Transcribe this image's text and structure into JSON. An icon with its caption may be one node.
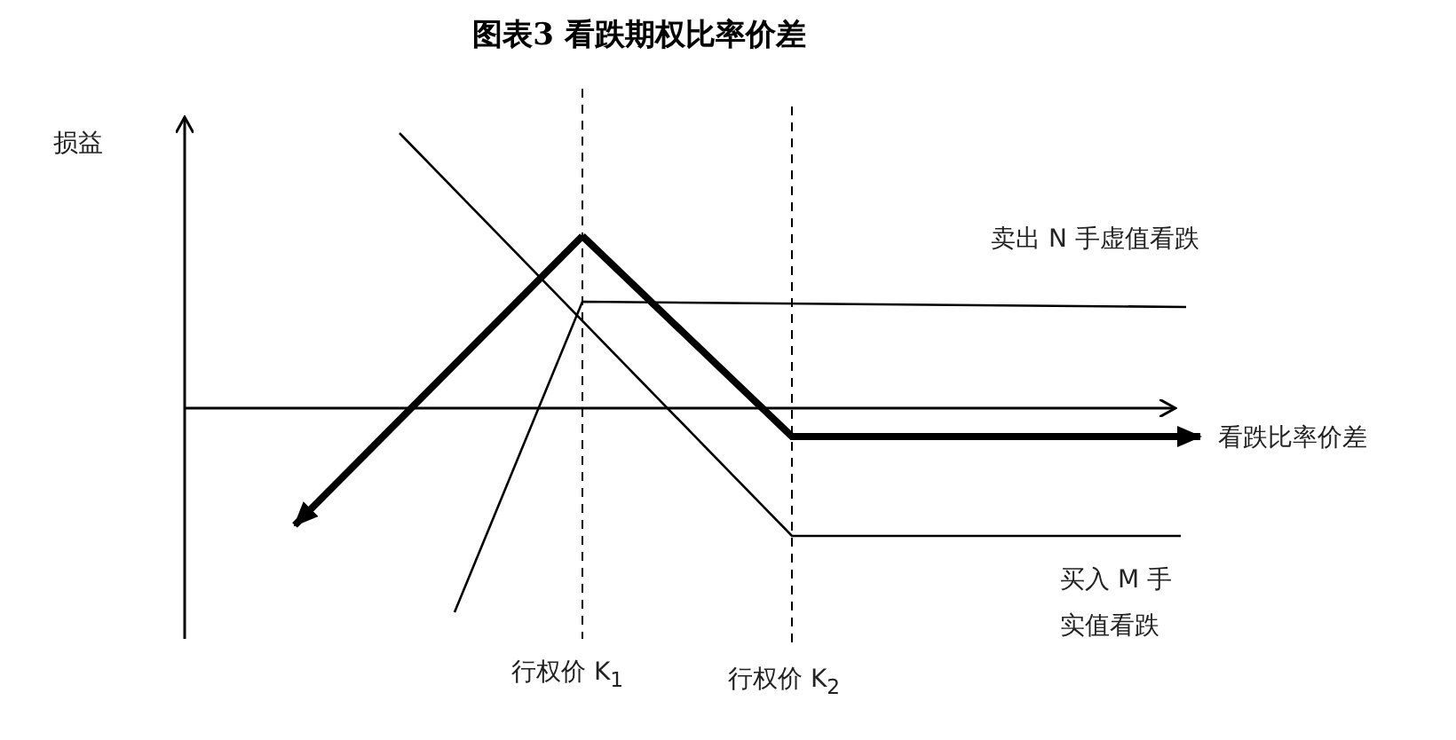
{
  "diagram": {
    "title": "图表3 看跌期权比率价差",
    "labels": [
      "损益",
      "卖出 N 手虚值看跌",
      "看跌比率价差",
      "买入 M 手实值看跌",
      "行权价 K$_{1}$",
      "行权价 K$_{2}$"
    ]
  }
}
